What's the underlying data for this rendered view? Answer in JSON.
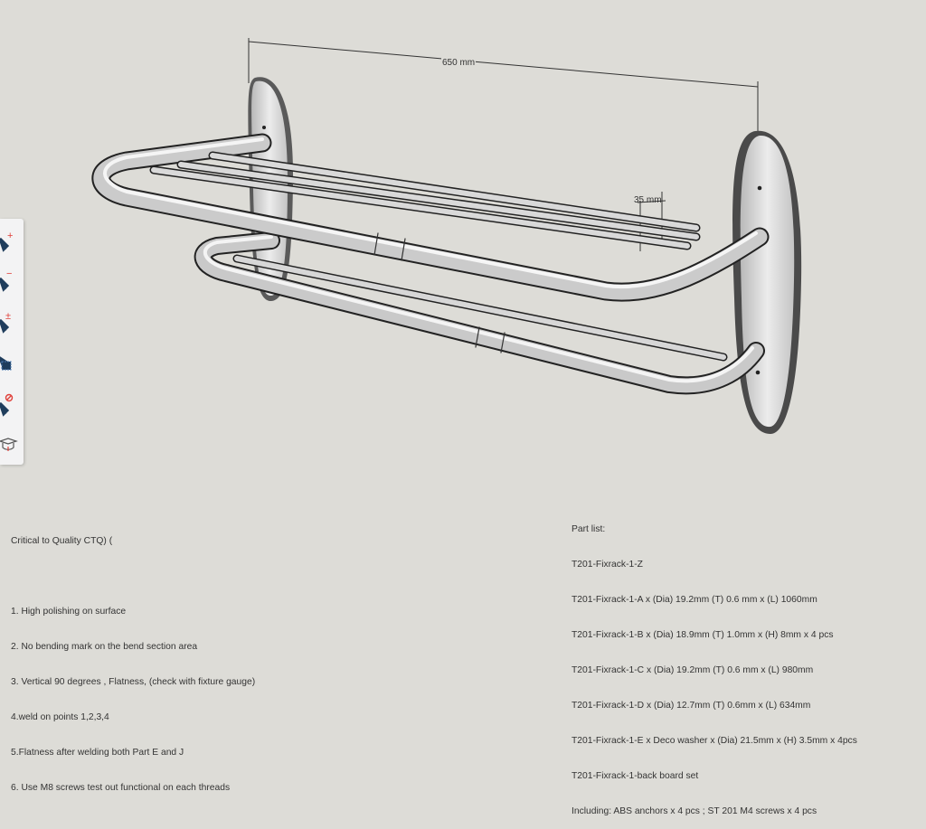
{
  "dimensions": {
    "width_label": "650 mm",
    "spacing_label": "35 mm"
  },
  "toolbar": {
    "tools": [
      {
        "name": "select-add-tool",
        "badge": "+"
      },
      {
        "name": "select-subtract-tool",
        "badge": "−"
      },
      {
        "name": "select-toggle-tool",
        "badge": "±"
      },
      {
        "name": "select-window-tool",
        "badge": ""
      },
      {
        "name": "select-none-tool",
        "badge": "⊘"
      },
      {
        "name": "instructor-tool",
        "badge": ""
      }
    ]
  },
  "ctq": {
    "title": "Critical to Quality CTQ) (",
    "items": [
      "1. High polishing on surface",
      "2. No bending mark on the bend section area",
      "3. Vertical 90 degrees , Flatness, (check with fixture gauge)",
      "4.weld on points 1,2,3,4",
      "5.Flatness after welding both Part E and J",
      "6. Use M8 screws test out functional on each threads"
    ]
  },
  "parts": {
    "title": "Part list:",
    "items": [
      "T201-Fixrack-1-Z",
      "T201-Fixrack-1-A x (Dia) 19.2mm (T) 0.6 mm x (L) 1060mm",
      "T201-Fixrack-1-B x (Dia) 18.9mm (T) 1.0mm x (H) 8mm x 4 pcs",
      "T201-Fixrack-1-C x (Dia) 19.2mm (T) 0.6 mm x (L) 980mm",
      "T201-Fixrack-1-D x (Dia) 12.7mm (T) 0.6mm x (L) 634mm",
      "T201-Fixrack-1-E x Deco washer x (Dia) 21.5mm x (H) 3.5mm x 4pcs",
      "T201-Fixrack-1-back board set",
      "Including: ABS anchors x 4 pcs ; ST 201 M4 screws x 4 pcs"
    ]
  },
  "colors": {
    "background": "#dddcd7",
    "tool_icon": "#1f3d5c",
    "tool_badge": "#e0403a"
  }
}
